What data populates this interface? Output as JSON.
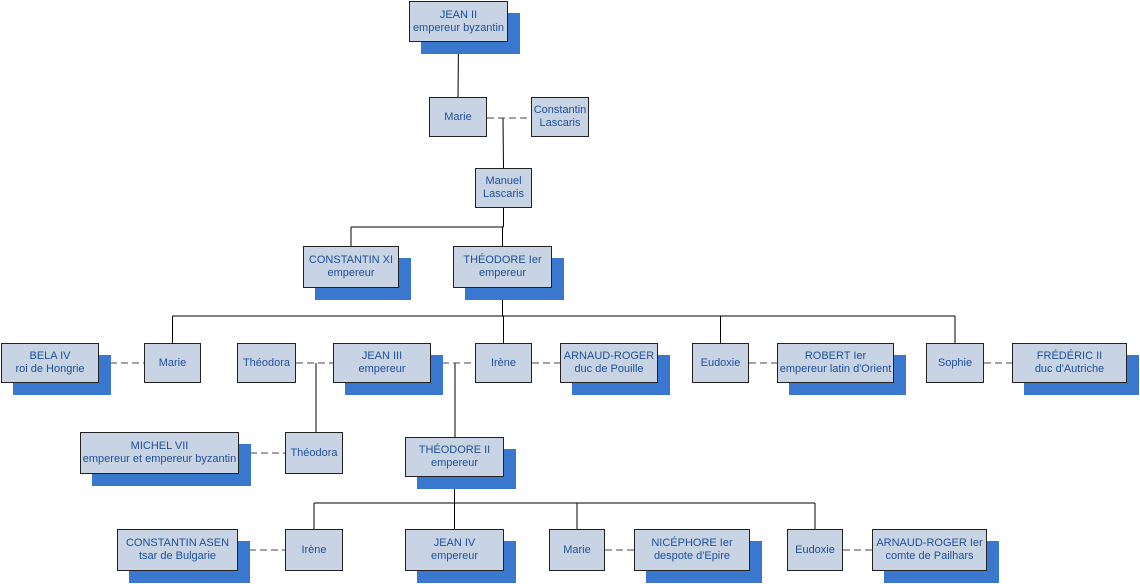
{
  "colors": {
    "box_fill": "#c8d4e4",
    "box_border": "#222222",
    "text": "#1f4f9a",
    "shadow": "#3a78d0",
    "line": "#000000",
    "dash": "#444444"
  },
  "nodes": {
    "jean2": {
      "name": "JEAN II",
      "title": "empereur byzantin",
      "shadow": true
    },
    "marie1": {
      "name": "Marie",
      "title": "",
      "shadow": false
    },
    "constantin_l": {
      "name": "Constantin",
      "title": "Lascaris",
      "shadow": false
    },
    "manuel": {
      "name": "Manuel",
      "title": "Lascaris",
      "shadow": false
    },
    "constantin11": {
      "name": "CONSTANTIN XI",
      "title": "empereur",
      "shadow": true
    },
    "theodore1": {
      "name": "THÉODORE Ier",
      "title": "empereur",
      "shadow": true
    },
    "bela4": {
      "name": "BELA IV",
      "title": "roi de Hongrie",
      "shadow": true
    },
    "marie2": {
      "name": "Marie",
      "title": "",
      "shadow": false
    },
    "theodora1": {
      "name": "Théodora",
      "title": "",
      "shadow": false
    },
    "jean3": {
      "name": "JEAN III",
      "title": "empereur",
      "shadow": true
    },
    "irene1": {
      "name": "Irène",
      "title": "",
      "shadow": false
    },
    "arnaud1": {
      "name": "ARNAUD-ROGER",
      "title": "duc de Pouille",
      "shadow": true
    },
    "eudoxie1": {
      "name": "Eudoxie",
      "title": "",
      "shadow": false
    },
    "robert1": {
      "name": "ROBERT Ier",
      "title": "empereur latin d'Orient",
      "shadow": true
    },
    "sophie": {
      "name": "Sophie",
      "title": "",
      "shadow": false
    },
    "frederic2": {
      "name": "FRÉDÉRIC II",
      "title": "duc d'Autriche",
      "shadow": true
    },
    "michel7": {
      "name": "MICHEL VII",
      "title": "empereur et empereur byzantin",
      "shadow": true
    },
    "theodora2": {
      "name": "Théodora",
      "title": "",
      "shadow": false
    },
    "theodore2": {
      "name": "THÉODORE II",
      "title": "empereur",
      "shadow": true
    },
    "asen": {
      "name": "CONSTANTIN ASEN",
      "title": "tsar de Bulgarie",
      "shadow": true
    },
    "irene2": {
      "name": "Irène",
      "title": "",
      "shadow": false
    },
    "jean4": {
      "name": "JEAN IV",
      "title": "empereur",
      "shadow": true
    },
    "marie3": {
      "name": "Marie",
      "title": "",
      "shadow": false
    },
    "nicephore1": {
      "name": "NICÉPHORE Ier",
      "title": "despote d'Epire",
      "shadow": true
    },
    "eudoxie2": {
      "name": "Eudoxie",
      "title": "",
      "shadow": false
    },
    "arnaud2": {
      "name": "ARNAUD-ROGER Ier",
      "title": "comte de Pailhars",
      "shadow": true
    }
  },
  "edges": [
    {
      "from": "jean2",
      "to": "marie1",
      "kind": "child"
    },
    {
      "from": "marie1",
      "to": "constantin_l",
      "kind": "marriage"
    },
    {
      "from": "marie1",
      "to": "manuel",
      "kind": "child"
    },
    {
      "from": "manuel",
      "to": "constantin11",
      "kind": "child"
    },
    {
      "from": "manuel",
      "to": "theodore1",
      "kind": "child"
    },
    {
      "from": "theodore1",
      "to": "marie2",
      "kind": "child"
    },
    {
      "from": "theodore1",
      "to": "irene1",
      "kind": "child"
    },
    {
      "from": "theodore1",
      "to": "eudoxie1",
      "kind": "child"
    },
    {
      "from": "theodore1",
      "to": "sophie",
      "kind": "child"
    },
    {
      "from": "bela4",
      "to": "marie2",
      "kind": "marriage"
    },
    {
      "from": "irene1",
      "to": "jean3",
      "kind": "marriage"
    },
    {
      "from": "irene1",
      "to": "arnaud1",
      "kind": "marriage"
    },
    {
      "from": "eudoxie1",
      "to": "robert1",
      "kind": "marriage"
    },
    {
      "from": "sophie",
      "to": "frederic2",
      "kind": "marriage"
    },
    {
      "from": "jean3",
      "to": "theodora1",
      "kind": "marriage"
    },
    {
      "from": "jean3",
      "to": "theodora2",
      "kind": "child"
    },
    {
      "from": "jean3",
      "to": "theodore2",
      "kind": "child"
    },
    {
      "from": "michel7",
      "to": "theodora2",
      "kind": "marriage"
    },
    {
      "from": "theodore2",
      "to": "irene2",
      "kind": "child"
    },
    {
      "from": "theodore2",
      "to": "jean4",
      "kind": "child"
    },
    {
      "from": "theodore2",
      "to": "marie3",
      "kind": "child"
    },
    {
      "from": "theodore2",
      "to": "eudoxie2",
      "kind": "child"
    },
    {
      "from": "asen",
      "to": "irene2",
      "kind": "marriage"
    },
    {
      "from": "marie3",
      "to": "nicephore1",
      "kind": "marriage"
    },
    {
      "from": "eudoxie2",
      "to": "arnaud2",
      "kind": "marriage"
    }
  ]
}
